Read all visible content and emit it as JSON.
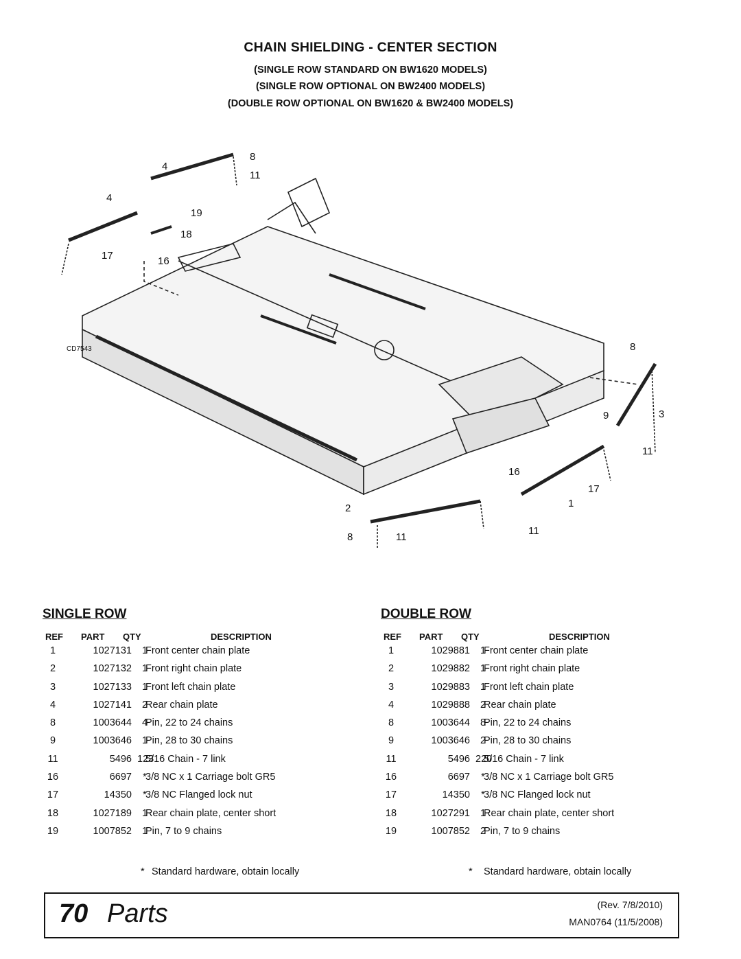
{
  "header": {
    "title": "CHAIN SHIELDING - CENTER SECTION",
    "sub1": "(SINGLE ROW STANDARD ON BW1620 MODELS)",
    "sub2": "(SINGLE ROW OPTIONAL ON BW2400 MODELS)",
    "sub3": "(DOUBLE ROW OPTIONAL ON BW1620 & BW2400 MODELS)"
  },
  "drawing": {
    "code": "CD7543",
    "callouts": [
      "4",
      "8",
      "11",
      "4",
      "19",
      "18",
      "17",
      "16",
      "8",
      "9",
      "3",
      "11",
      "16",
      "17",
      "1",
      "11",
      "2",
      "8",
      "11"
    ]
  },
  "single": {
    "title": "SINGLE ROW",
    "headers": {
      "ref": "REF",
      "part": "PART",
      "qty": "QTY",
      "desc": "DESCRIPTION"
    },
    "rows": [
      {
        "ref": "1",
        "part": "1027131",
        "qty": "1",
        "desc": "Front center chain plate"
      },
      {
        "ref": "2",
        "part": "1027132",
        "qty": "1",
        "desc": "Front right chain plate"
      },
      {
        "ref": "3",
        "part": "1027133",
        "qty": "1",
        "desc": "Front left chain plate"
      },
      {
        "ref": "4",
        "part": "1027141",
        "qty": "2",
        "desc": "Rear chain plate"
      },
      {
        "ref": "8",
        "part": "1003644",
        "qty": "4",
        "desc": "Pin, 22 to 24 chains"
      },
      {
        "ref": "9",
        "part": "1003646",
        "qty": "1",
        "desc": "Pin, 28 to 30 chains"
      },
      {
        "ref": "11",
        "part": "5496",
        "qty": "123",
        "desc": "5/16 Chain - 7 link"
      },
      {
        "ref": "16",
        "part": "6697",
        "qty": "*",
        "desc": "3/8 NC x 1 Carriage bolt GR5"
      },
      {
        "ref": "17",
        "part": "14350",
        "qty": "*",
        "desc": "3/8 NC Flanged lock nut"
      },
      {
        "ref": "18",
        "part": "1027189",
        "qty": "1",
        "desc": "Rear chain plate, center short"
      },
      {
        "ref": "19",
        "part": "1007852",
        "qty": "1",
        "desc": "Pin, 7 to 9 chains"
      }
    ],
    "note_star": "*",
    "note": "Standard hardware, obtain locally"
  },
  "double": {
    "title": "DOUBLE ROW",
    "headers": {
      "ref": "REF",
      "part": "PART",
      "qty": "QTY",
      "desc": "DESCRIPTION"
    },
    "rows": [
      {
        "ref": "1",
        "part": "1029881",
        "qty": "1",
        "desc": "Front center chain plate"
      },
      {
        "ref": "2",
        "part": "1029882",
        "qty": "1",
        "desc": "Front right chain plate"
      },
      {
        "ref": "3",
        "part": "1029883",
        "qty": "1",
        "desc": "Front left chain plate"
      },
      {
        "ref": "4",
        "part": "1029888",
        "qty": "2",
        "desc": "Rear chain plate"
      },
      {
        "ref": "8",
        "part": "1003644",
        "qty": "8",
        "desc": "Pin, 22 to 24 chains"
      },
      {
        "ref": "9",
        "part": "1003646",
        "qty": "2",
        "desc": "Pin, 28 to 30 chains"
      },
      {
        "ref": "11",
        "part": "5496",
        "qty": "220",
        "desc": "5/16 Chain - 7 link"
      },
      {
        "ref": "16",
        "part": "6697",
        "qty": "*",
        "desc": "3/8 NC x 1 Carriage bolt GR5"
      },
      {
        "ref": "17",
        "part": "14350",
        "qty": "*",
        "desc": "3/8 NC Flanged lock nut"
      },
      {
        "ref": "18",
        "part": "1027291",
        "qty": "1",
        "desc": "Rear chain plate, center short"
      },
      {
        "ref": "19",
        "part": "1007852",
        "qty": "2",
        "desc": "Pin, 7 to 9 chains"
      }
    ],
    "note_star": "*",
    "note": "Standard hardware, obtain locally"
  },
  "footer": {
    "page_number": "70",
    "page_word": "Parts",
    "rev": "(Rev. 7/8/2010)",
    "manual": "MAN0764 (11/5/2008)"
  }
}
